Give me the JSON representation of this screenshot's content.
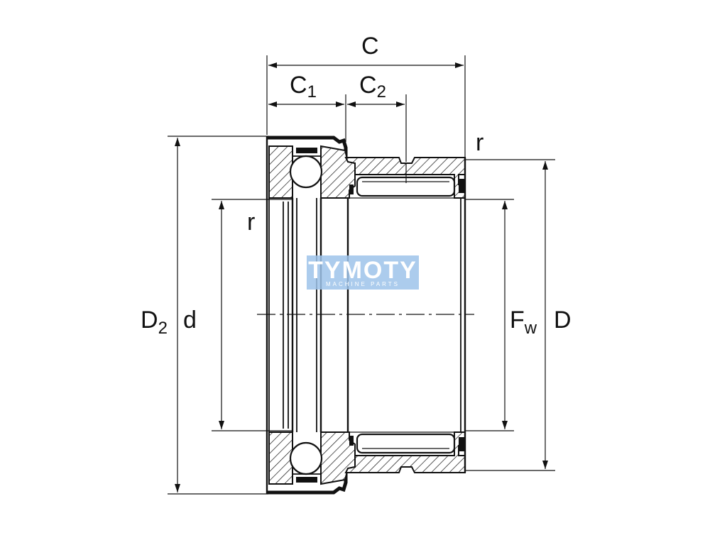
{
  "labels": {
    "C": "C",
    "C1_main": "C",
    "C1_sub": "1",
    "C2_main": "C",
    "C2_sub": "2",
    "r_top": "r",
    "r_left": "r",
    "D2_main": "D",
    "D2_sub": "2",
    "d": "d",
    "Fw_main": "F",
    "Fw_sub": "w",
    "D": "D"
  },
  "watermark": {
    "brand": "TYMOTY",
    "tagline": "MACHINE PARTS"
  },
  "colors": {
    "line": "#111111",
    "watermark": "#9ec3ea"
  }
}
